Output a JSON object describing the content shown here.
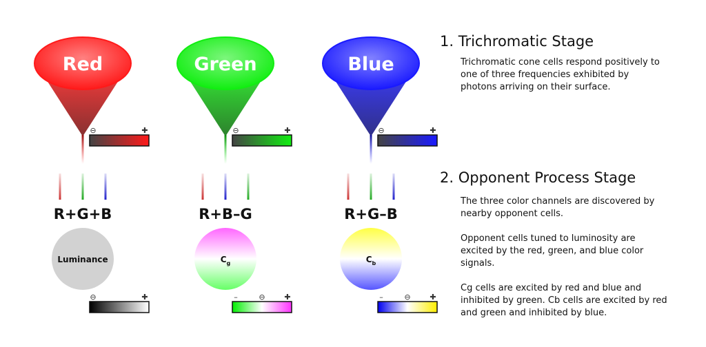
{
  "colors": {
    "red": "#ff1a1a",
    "green": "#11ee11",
    "blue": "#1a1aff"
  },
  "cones": [
    {
      "name": "Red",
      "color": "#ff1a1a",
      "scale": {
        "minus": "⊖",
        "plus": "✚"
      }
    },
    {
      "name": "Green",
      "color": "#11ee11",
      "scale": {
        "minus": "⊖",
        "plus": "✚"
      }
    },
    {
      "name": "Blue",
      "color": "#1a1aff",
      "scale": {
        "minus": "⊖",
        "plus": "✚"
      }
    }
  ],
  "opponent": [
    {
      "wires": [
        "#cc3333",
        "#22aa22",
        "#2222cc"
      ],
      "formula": "R+G+B",
      "label": "Luminance",
      "label_sub": "",
      "circle": [
        "#d2d2d2",
        "#d2d2d2"
      ],
      "scale": {
        "symbols": [
          "⊖",
          "✚"
        ],
        "gradient": [
          "#000000",
          "#ffffff"
        ]
      }
    },
    {
      "wires": [
        "#cc3333",
        "#2222cc",
        "#22aa22"
      ],
      "formula": "R+B–G",
      "label": "C",
      "label_sub": "g",
      "circle": [
        "#ff66ff",
        "#66ff66"
      ],
      "scale": {
        "symbols": [
          "–",
          "⊖",
          "✚"
        ],
        "gradient": [
          "#00ee00",
          "#ffffff",
          "#ff33ff"
        ]
      }
    },
    {
      "wires": [
        "#cc3333",
        "#22aa22",
        "#2222cc"
      ],
      "formula": "R+G–B",
      "label": "C",
      "label_sub": "b",
      "circle": [
        "#ffff44",
        "#5555ff"
      ],
      "scale": {
        "symbols": [
          "–",
          "⊖",
          "✚"
        ],
        "gradient": [
          "#0000ee",
          "#ffffff",
          "#ffee00"
        ]
      }
    }
  ],
  "stage1": {
    "title": "1. Trichromatic Stage",
    "text": "Trichromatic cone cells respond positively to one of three frequencies exhibited by photons arriving on their surface."
  },
  "stage2": {
    "title": "2. Opponent Process Stage",
    "paragraphs": [
      "The three color channels are discovered by nearby opponent cells.",
      "Opponent cells tuned to luminosity are excited by the red, green, and blue color signals.",
      "Cg cells are excited by red and blue and inhibited by green. Cb cells are excited by red and green and inhibited by blue."
    ]
  }
}
